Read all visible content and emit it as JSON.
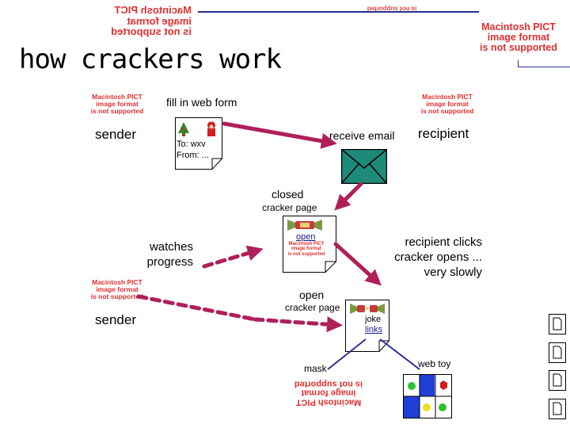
{
  "slide": {
    "title": "how crackers work",
    "pict_notice": [
      "Macintosh PICT",
      "image format",
      "is not supported"
    ]
  },
  "diagram": {
    "fill_in_web_form": "fill in web form",
    "sender_top": "sender",
    "sender_bottom": "sender",
    "recipient": "recipient",
    "receive_email": "receive email",
    "form_to": "To: wxv",
    "form_from": "From: ...",
    "closed": "closed",
    "cracker_page_1": "cracker page",
    "open_link": "open",
    "watches": "watches",
    "progress": "progress",
    "recipient_clicks": "recipient clicks",
    "cracker_opens": "cracker opens ...",
    "very_slowly": "very slowly",
    "open_2": "open",
    "cracker_page_2": "cracker page",
    "joke": "joke",
    "links": "links",
    "mask": "mask",
    "web_toy": "web toy"
  },
  "colors": {
    "arrow": "#b01f5a",
    "envelope": "#1e8a7a",
    "pict_text": "#e03030",
    "line_blue": "#2b2f8f",
    "link": "#1a1a8c"
  }
}
